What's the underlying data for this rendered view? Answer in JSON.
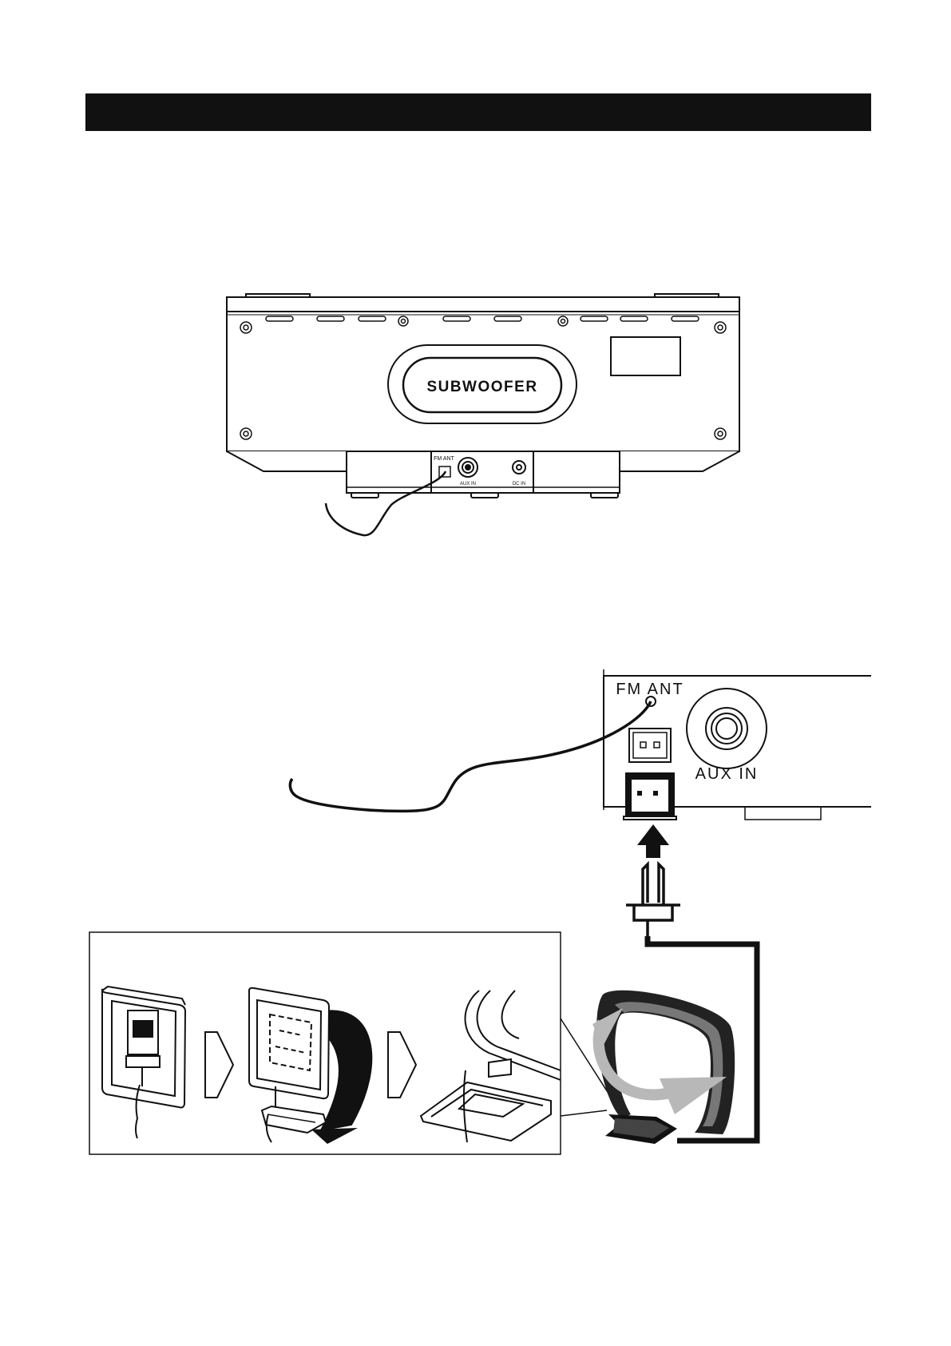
{
  "header": {
    "title": ""
  },
  "unit_rear": {
    "subwoofer_label": "SUBWOOFER",
    "fm_ant_label": "FM ANT",
    "aux_in_label": "AUX IN",
    "dc_in_label": "DC IN"
  },
  "closeup": {
    "fm_ant_label": "FM ANT",
    "aux_in_label": "AUX IN"
  },
  "colors": {
    "ink": "#111111",
    "accent_arrow": "#b8b8b8"
  },
  "icons": [
    "fm-wire-antenna-icon",
    "am-loop-antenna-icon",
    "connector-plug-icon",
    "rotate-arrow-icon"
  ]
}
